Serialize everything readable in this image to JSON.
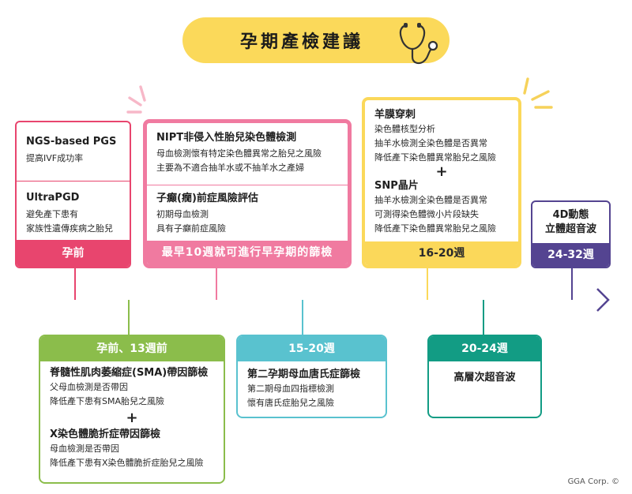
{
  "title": "孕期產檢建議",
  "colors": {
    "pink_dark": "#e8456e",
    "pink": "#f07aa0",
    "yellow": "#fbd85a",
    "purple": "#544491",
    "green": "#8bbd4b",
    "cyan": "#59c2cf",
    "teal": "#129c84",
    "timeline": "#e8456e"
  },
  "icons": [
    "stethoscope-icon",
    "arrow-head-icon"
  ],
  "top_cards": [
    {
      "sections": [
        {
          "heading": "NGS-based PGS",
          "lines": [
            "提高IVF成功率"
          ]
        },
        {
          "heading": "UltraPGD",
          "lines": [
            "避免產下患有",
            "家族性遺傳疾病之胎兒"
          ]
        }
      ],
      "label": "孕前"
    },
    {
      "sections": [
        {
          "heading": "NIPT非侵入性胎兒染色體檢測",
          "lines": [
            "母血檢測懷有特定染色體異常之胎兒之風險",
            "主要為不適合抽羊水或不抽羊水之產婦"
          ]
        },
        {
          "heading": "子癲(癇)前症風險評估",
          "lines": [
            "初期母血檢測",
            "具有子癲前症風險"
          ]
        }
      ],
      "label": "最早10週就可進行早孕期的篩檢"
    },
    {
      "sections": [
        {
          "heading": "羊膜穿刺",
          "lines": [
            "染色體核型分析",
            "抽羊水檢測全染色體是否異常",
            "降低產下染色體異常胎兒之風險"
          ]
        },
        {
          "heading": "SNP晶片",
          "lines": [
            "抽羊水檢測全染色體是否異常",
            "可測得染色體微小片段缺失",
            "降低產下染色體異常胎兒之風險"
          ]
        }
      ],
      "plus": "+",
      "label": "16-20週"
    },
    {
      "sections": [
        {
          "heading": "4D動態",
          "lines": [
            "立體超音波"
          ]
        }
      ],
      "label": "24-32週"
    }
  ],
  "bottom_cards": [
    {
      "label": "孕前、13週前",
      "sections": [
        {
          "heading": "脊髓性肌肉萎縮症(SMA)帶因篩檢",
          "lines": [
            "父母血檢測是否帶因",
            "降低產下患有SMA胎兒之風險"
          ]
        },
        {
          "heading": "X染色體脆折症帶因篩檢",
          "lines": [
            "母血檢測是否帶因",
            "降低產下患有X染色體脆折症胎兒之風險"
          ]
        }
      ],
      "plus": "+"
    },
    {
      "label": "15-20週",
      "sections": [
        {
          "heading": "第二孕期母血唐氏症篩檢",
          "lines": [
            "第二期母血四指標檢測",
            "懷有唐氏症胎兒之風險"
          ]
        }
      ]
    },
    {
      "label": "20-24週",
      "sections": [
        {
          "heading": "高層次超音波",
          "lines": []
        }
      ]
    }
  ],
  "credit": "GGA Corp. ©"
}
